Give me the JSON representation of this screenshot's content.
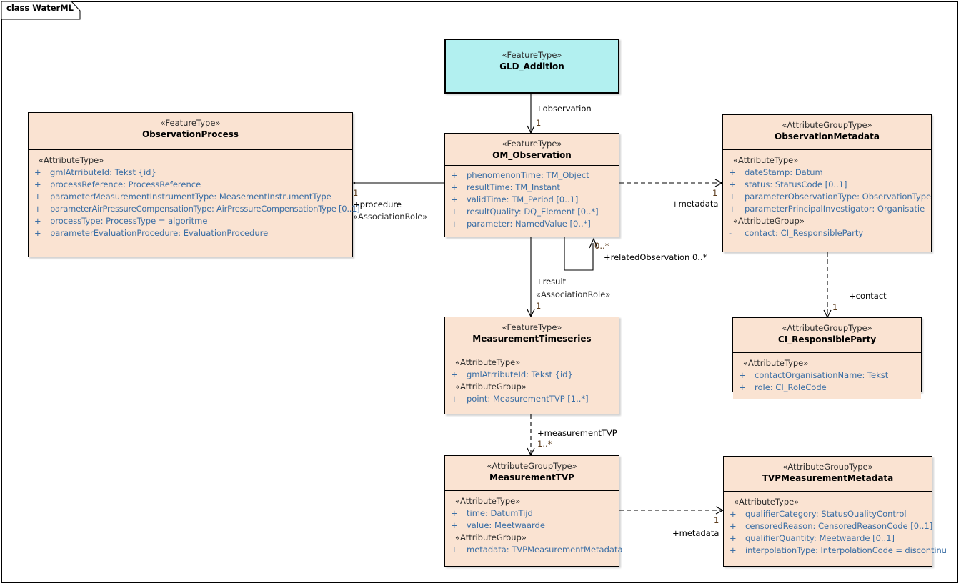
{
  "diagram": {
    "frame_label": "class WaterML",
    "palette": {
      "class_fill": "#fae3d2",
      "highlight_fill": "#b2f0f0",
      "border": "#000000",
      "attribute_text": "#3a6ea5",
      "stereotype_text": "#2e2e2e",
      "multiplicity_text": "#5a3a1a"
    }
  },
  "classes": [
    {
      "id": "gld_addition",
      "stereotype": "«FeatureType»",
      "name": "GLD_Addition",
      "highlight": true,
      "groups": []
    },
    {
      "id": "observation_process",
      "stereotype": "«FeatureType»",
      "name": "ObservationProcess",
      "highlight": false,
      "groups": [
        {
          "label": "«AttributeType»",
          "attributes": [
            {
              "vis": "+",
              "sig": "gmlAtrributeId: Tekst {id}"
            },
            {
              "vis": "+",
              "sig": "processReference: ProcessReference"
            },
            {
              "vis": "+",
              "sig": "parameterMeasurementInstrumentType: MeasementInstrumentType"
            },
            {
              "vis": "+",
              "sig": "parameterAirPressureCompensationType: AirPressureCompensationType [0..1]"
            },
            {
              "vis": "+",
              "sig": "processType: ProcessType = algoritme"
            },
            {
              "vis": "+",
              "sig": "parameterEvaluationProcedure: EvaluationProcedure"
            }
          ]
        }
      ]
    },
    {
      "id": "om_observation",
      "stereotype": "«FeatureType»",
      "name": "OM_Observation",
      "highlight": false,
      "groups": [
        {
          "label": null,
          "attributes": [
            {
              "vis": "+",
              "sig": "phenomenonTime: TM_Object"
            },
            {
              "vis": "+",
              "sig": "resultTime: TM_Instant"
            },
            {
              "vis": "+",
              "sig": "validTime: TM_Period [0..1]"
            },
            {
              "vis": "+",
              "sig": "resultQuality: DQ_Element [0..*]"
            },
            {
              "vis": "+",
              "sig": "parameter: NamedValue [0..*]"
            }
          ]
        }
      ]
    },
    {
      "id": "observation_metadata",
      "stereotype": "«AttributeGroupType»",
      "name": "ObservationMetadata",
      "highlight": false,
      "groups": [
        {
          "label": "«AttributeType»",
          "attributes": [
            {
              "vis": "+",
              "sig": "dateStamp: Datum"
            },
            {
              "vis": "+",
              "sig": "status: StatusCode [0..1]"
            },
            {
              "vis": "+",
              "sig": "parameterObservationType: ObservationType"
            },
            {
              "vis": "+",
              "sig": "parameterPrincipalInvestigator: Organisatie"
            }
          ]
        },
        {
          "label": "«AttributeGroup»",
          "attributes": [
            {
              "vis": "-",
              "sig": "contact: CI_ResponsibleParty"
            }
          ]
        }
      ]
    },
    {
      "id": "measurement_timeseries",
      "stereotype": "«FeatureType»",
      "name": "MeasurementTimeseries",
      "highlight": false,
      "groups": [
        {
          "label": "«AttributeType»",
          "attributes": [
            {
              "vis": "+",
              "sig": "gmlAtrributeId: Tekst {id}"
            }
          ]
        },
        {
          "label": "«AttributeGroup»",
          "attributes": [
            {
              "vis": "+",
              "sig": "point: MeasurementTVP [1..*]"
            }
          ]
        }
      ]
    },
    {
      "id": "ci_responsibleparty",
      "stereotype": "«AttributeGroupType»",
      "name": "CI_ResponsibleParty",
      "highlight": false,
      "groups": [
        {
          "label": "«AttributeType»",
          "attributes": [
            {
              "vis": "+",
              "sig": "contactOrganisationName: Tekst"
            },
            {
              "vis": "+",
              "sig": "role: CI_RoleCode"
            }
          ]
        }
      ]
    },
    {
      "id": "measurement_tvp",
      "stereotype": "«AttributeGroupType»",
      "name": "MeasurementTVP",
      "highlight": false,
      "groups": [
        {
          "label": "«AttributeType»",
          "attributes": [
            {
              "vis": "+",
              "sig": "time: DatumTijd"
            },
            {
              "vis": "+",
              "sig": "value: Meetwaarde"
            }
          ]
        },
        {
          "label": "«AttributeGroup»",
          "attributes": [
            {
              "vis": "+",
              "sig": "metadata: TVPMeasurementMetadata"
            }
          ]
        }
      ]
    },
    {
      "id": "tvp_measurement_metadata",
      "stereotype": "«AttributeGroupType»",
      "name": "TVPMeasurementMetadata",
      "highlight": false,
      "groups": [
        {
          "label": "«AttributeType»",
          "attributes": [
            {
              "vis": "+",
              "sig": "qualifierCategory: StatusQualityControl"
            },
            {
              "vis": "+",
              "sig": "censoredReason: CensoredReasonCode [0..1]"
            },
            {
              "vis": "+",
              "sig": "qualifierQuantity: Meetwaarde [0..1]"
            },
            {
              "vis": "+",
              "sig": "interpolationType: InterpolationCode = discontinu"
            }
          ]
        }
      ]
    }
  ],
  "connectors": [
    {
      "id": "observation",
      "from": "gld_addition",
      "to": "om_observation",
      "role": "+observation",
      "multiplicity": "1",
      "stereotype": null
    },
    {
      "id": "procedure",
      "from": "om_observation",
      "to": "observation_process",
      "role": "+procedure",
      "multiplicity": "1",
      "stereotype": "«AssociationRole»"
    },
    {
      "id": "metadata_observation",
      "from": "om_observation",
      "to": "observation_metadata",
      "role": "+metadata",
      "multiplicity": "1",
      "stereotype": null
    },
    {
      "id": "related_observation",
      "from": "om_observation",
      "to": "om_observation",
      "role": "+relatedObservation 0..*",
      "multiplicity": "0..*",
      "stereotype": null
    },
    {
      "id": "result",
      "from": "om_observation",
      "to": "measurement_timeseries",
      "role": "+result",
      "multiplicity": "1",
      "stereotype": "«AssociationRole»"
    },
    {
      "id": "contact",
      "from": "observation_metadata",
      "to": "ci_responsibleparty",
      "role": "+contact",
      "multiplicity": "1",
      "stereotype": null
    },
    {
      "id": "measurementtvp",
      "from": "measurement_timeseries",
      "to": "measurement_tvp",
      "role": "+measurementTVP",
      "multiplicity": "1..*",
      "stereotype": null
    },
    {
      "id": "metadata_tvp",
      "from": "measurement_tvp",
      "to": "tvp_measurement_metadata",
      "role": "+metadata",
      "multiplicity": "1",
      "stereotype": null
    }
  ]
}
